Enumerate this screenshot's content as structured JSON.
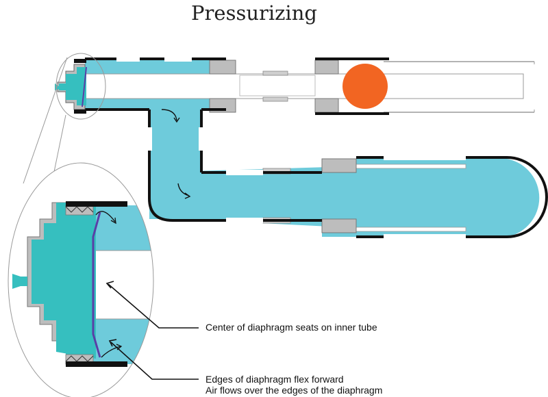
{
  "title": "Pressurizing",
  "callouts": {
    "center": "Center of diaphragm seats on inner tube",
    "edges_line1": "Edges of diaphragm flex forward",
    "edges_line2": "Air flows over the edges of the diaphragm"
  },
  "colors": {
    "air": "#6ecbdb",
    "diaphragm_housing": "#36bfbf",
    "fitting_gray": "#bdbdbd",
    "fitting_dark": "#8a8a8a",
    "wall": "#111111",
    "diaphragm": "#5a3fa6",
    "ball": "#f26522",
    "tube_outline": "#9a9a9a"
  }
}
